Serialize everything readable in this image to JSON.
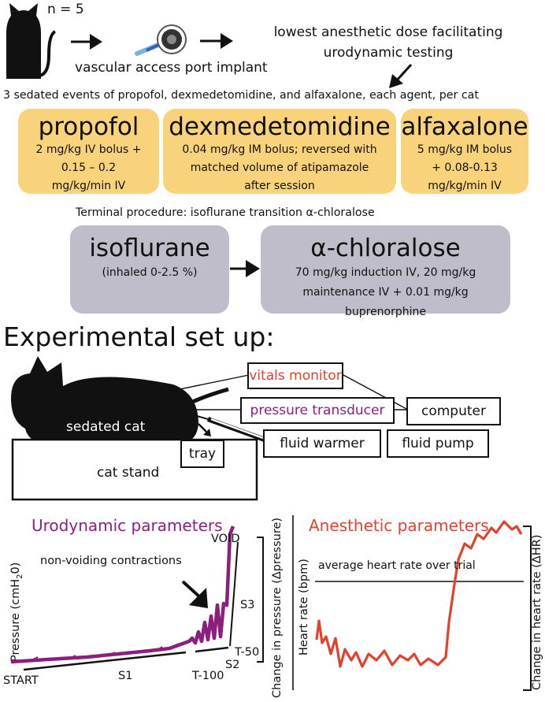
{
  "top": {
    "n_label": "n = 5",
    "port_label": "vascular access port implant",
    "goal_line1": "lowest anesthetic dose facilitating",
    "goal_line2": "urodynamic testing",
    "events_label": "3 sedated events of propofol, dexmedetomidine, and alfaxalone, each agent, per cat"
  },
  "agents": [
    {
      "name": "propofol",
      "dose_lines": [
        "2 mg/kg IV bolus +",
        "0.15 – 0.2",
        "mg/kg/min IV"
      ]
    },
    {
      "name": "dexmedetomidine",
      "dose_lines": [
        "0.04 mg/kg IM bolus; reversed with",
        "matched volume of atipamazole",
        "after session"
      ]
    },
    {
      "name": "alfaxalone",
      "dose_lines": [
        "5 mg/kg IM bolus",
        "+ 0.08-0.13",
        "mg/kg/min IV"
      ]
    }
  ],
  "terminal": {
    "label": "Terminal procedure: isoflurane transition α-chloralose",
    "iso": {
      "name": "isoflurane",
      "dose": "(inhaled 0-2.5 %)"
    },
    "chlor": {
      "name": "α-chloralose",
      "dose_lines": [
        "70 mg/kg induction IV, 20 mg/kg",
        "maintenance  IV + 0.01 mg/kg",
        "buprenorphine"
      ]
    }
  },
  "setup": {
    "title": "Experimental set up:",
    "cat_label": "sedated cat",
    "stand_label": "cat stand",
    "tray_label": "tray",
    "vitals": "vitals monitor",
    "transducer": "pressure transducer",
    "computer": "computer",
    "warmer": "fluid warmer",
    "pump": "fluid pump"
  },
  "colors": {
    "drug_box": "#f9d27c",
    "terminal_box": "#bebdc9",
    "urodynamic": "#8b1e7e",
    "anesthetic": "#e2412c",
    "ink": "#111111"
  },
  "uro": {
    "title": "Urodynamic parameters",
    "ylabel": "Pressure (cmH",
    "ylabel_sub": "2",
    "ylabel_end": "0)",
    "annotation": "non-voiding contractions",
    "void": "VOID",
    "start": "START",
    "s1": "S1",
    "s2": "S2",
    "s3": "S3",
    "t100": "T-100",
    "t50": "T-50",
    "bracket_label": "Change in pressure  (Δpressure)"
  },
  "anes": {
    "title": "Anesthetic parameters",
    "ylabel": "Heart rate (bpm)",
    "avg_label": "average heart rate over trial",
    "bracket_label": "Change in heart rate (ΔHR)"
  }
}
